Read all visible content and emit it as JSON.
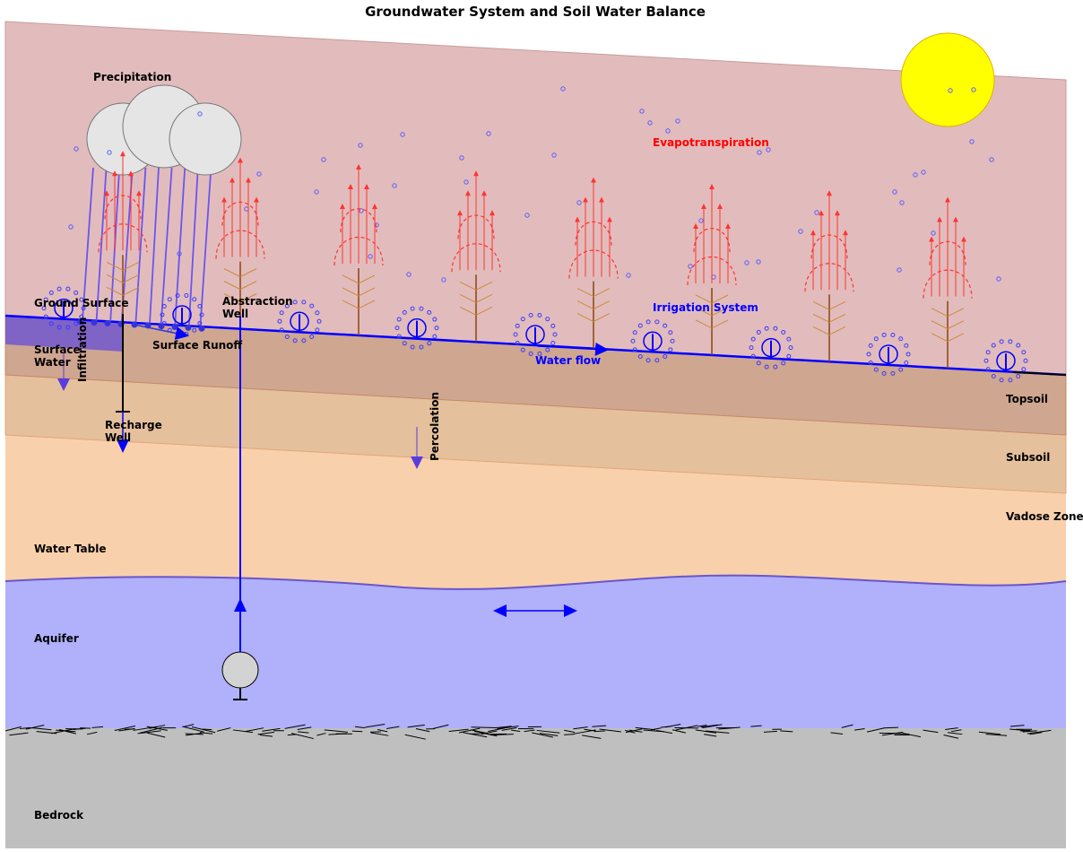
{
  "title": "Groundwater System and Soil Water Balance",
  "labels": {
    "precipitation": "Precipitation",
    "evapotranspiration": "Evapotranspiration",
    "ground_surface": "Ground Surface",
    "abstraction_well_1": "Abstraction",
    "abstraction_well_2": "Well",
    "irrigation_system": "Irrigation System",
    "surface_water_1": "Surface",
    "surface_water_2": "Water",
    "infiltration": "Infiltration",
    "surface_runoff": "Surface Runoff",
    "water_flow": "Water flow",
    "recharge_well_1": "Recharge",
    "recharge_well_2": "Well",
    "percolation": "Percolation",
    "topsoil": "Topsoil",
    "subsoil": "Subsoil",
    "vadose_zone": "Vadose Zone",
    "water_table": "Water Table",
    "aquifer": "Aquifer",
    "bedrock": "Bedrock"
  },
  "colors": {
    "atmosphere": "#e2bcbc",
    "topsoil": "#cfa690",
    "subsoil": "#e5c09c",
    "vadose": "#f8d0ac",
    "aquifer": "#b0b0fb",
    "bedrock": "#bfbfbf",
    "surface_water": "#7f63c5",
    "sun": "#ffff00",
    "cloud": "#e5e5e5",
    "tree_canopy": "#ff3333",
    "tree_trunk": "#8b4513",
    "water": "#0000ff"
  },
  "icons": [
    "sun-icon",
    "cloud-icon",
    "tree-icon",
    "sprinkler-icon",
    "pump-icon",
    "arrow-icon"
  ]
}
